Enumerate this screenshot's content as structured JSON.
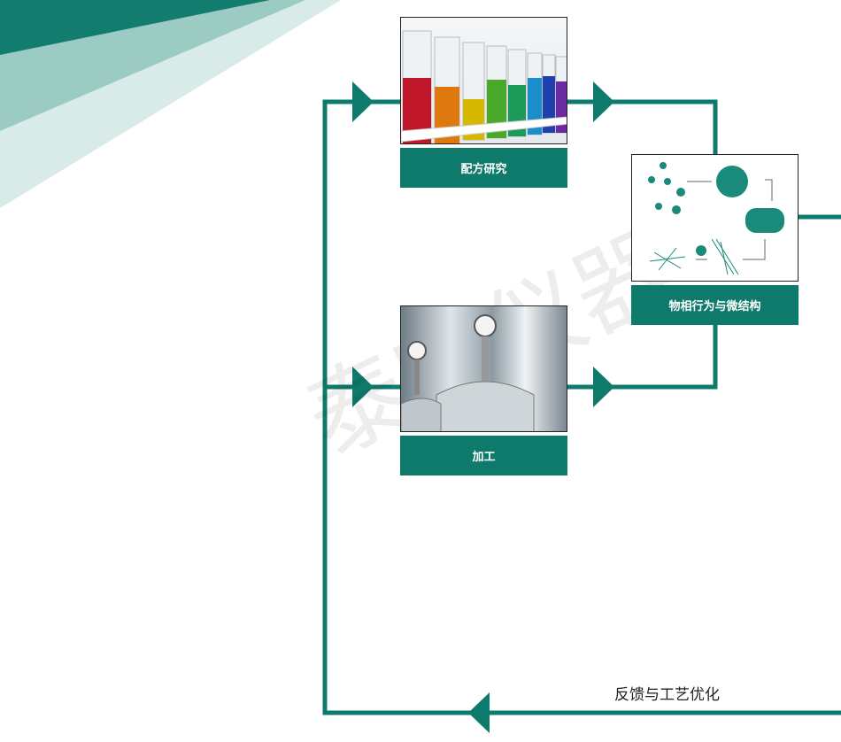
{
  "colors": {
    "primary": "#0e7a6c",
    "light": "#9ccbc4",
    "lighter": "#d9ebe8"
  },
  "nodes": [
    {
      "label": "配方研究",
      "image": "test-tubes-photo"
    },
    {
      "label": "加工",
      "image": "steel-tanks-photo"
    },
    {
      "label": "物相行为与微结构",
      "image": "microstructure-diagram"
    }
  ],
  "feedback": {
    "label": "反馈与工艺优化"
  },
  "watermark": "泰宇仪器"
}
